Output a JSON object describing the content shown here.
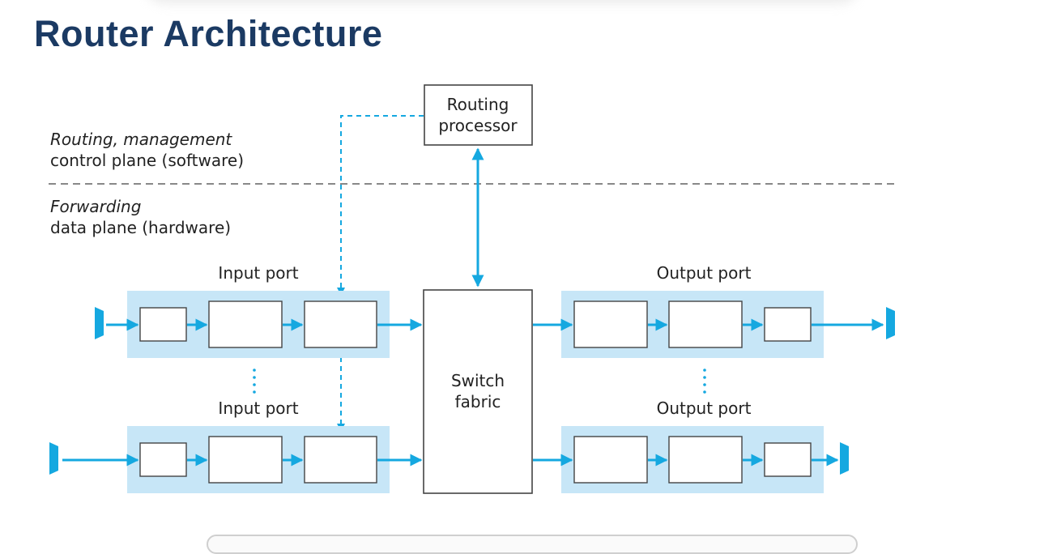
{
  "title": "Router Architecture",
  "planes": {
    "control": {
      "line1": "Routing, management",
      "line2": "control plane (software)"
    },
    "data": {
      "line1": "Forwarding",
      "line2": "data plane (hardware)"
    }
  },
  "routing_processor": {
    "line1": "Routing",
    "line2": "processor"
  },
  "switch_fabric": {
    "line1": "Switch",
    "line2": "fabric"
  },
  "ports": {
    "input_top": "Input port",
    "input_bottom": "Input port",
    "output_top": "Output port",
    "output_bottom": "Output port"
  },
  "colors": {
    "title": "#1b3a63",
    "accent": "#15a8e0",
    "port_fill": "#c7e6f7"
  }
}
